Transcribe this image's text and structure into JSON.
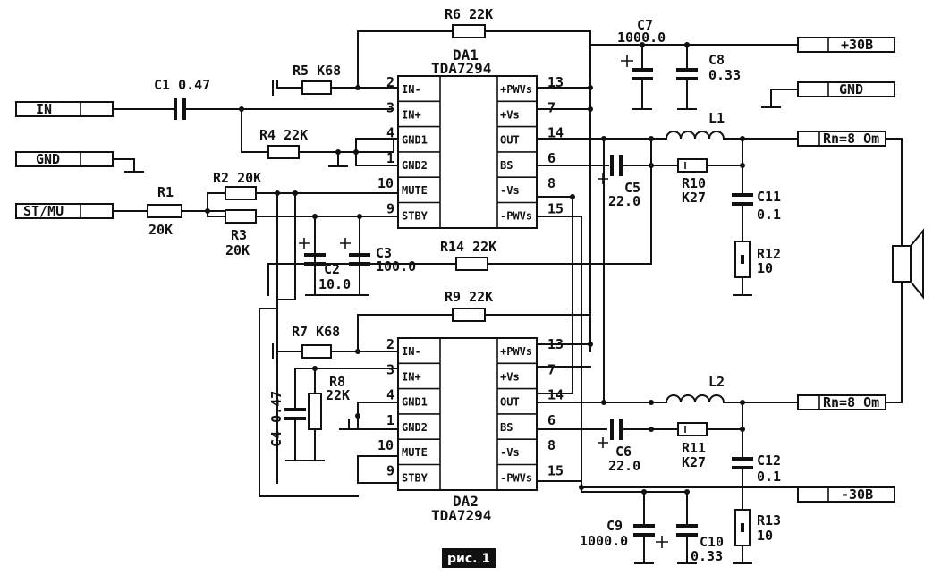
{
  "figure_label": "рис. 1",
  "connectors": {
    "in": "IN",
    "gnd_in": "GND",
    "st_mu": "ST/MU",
    "plus_supply": "+30В",
    "gnd_supply": "GND",
    "minus_supply": "-30В",
    "out1": "Rn=8 Om",
    "out2": "Rn=8 Om"
  },
  "chips": {
    "da1": {
      "ref": "DA1",
      "part": "TDA7294"
    },
    "da2": {
      "ref": "DA2",
      "part": "TDA7294"
    }
  },
  "pins": {
    "left_names": [
      "IN-",
      "IN+",
      "GND1",
      "GND2",
      "MUTE",
      "STBY"
    ],
    "right_names": [
      "+PWVs",
      "+Vs",
      "OUT",
      "BS",
      "-Vs",
      "-PWVs"
    ],
    "left_numbers": [
      "2",
      "3",
      "4",
      "1",
      "10",
      "9"
    ],
    "right_numbers": [
      "13",
      "7",
      "14",
      "6",
      "8",
      "15"
    ]
  },
  "components": {
    "c1": "C1 0.47",
    "r1": "R1",
    "r1_val": "20K",
    "r2": "R2 20K",
    "r3": "R3",
    "r3_val": "20K",
    "r4": "R4 22K",
    "r5": "R5 K68",
    "r6": "R6 22K",
    "c2": "C2",
    "c2_val": "10.0",
    "c3": "C3",
    "c3_val": "100.0",
    "c7": "C7",
    "c7_val": "1000.0",
    "c8": "C8",
    "c8_val": "0.33",
    "l1": "L1",
    "c5": "C5",
    "c5_val": "22.0",
    "r10": "R10",
    "r10_val": "K27",
    "c11": "C11",
    "c11_val": "0.1",
    "r12": "R12",
    "r12_val": "10",
    "r14": "R14 22K",
    "r9": "R9 22K",
    "r7": "R7 K68",
    "c4": "C4 0.47",
    "r8": "R8",
    "r8_val": "22K",
    "l2": "L2",
    "c6": "C6",
    "c6_val": "22.0",
    "r11": "R11",
    "r11_val": "K27",
    "c12": "C12",
    "c12_val": "0.1",
    "c9": "C9",
    "c9_val": "1000.0",
    "c10": "C10",
    "c10_val": "0.33",
    "r13": "R13",
    "r13_val": "10"
  }
}
